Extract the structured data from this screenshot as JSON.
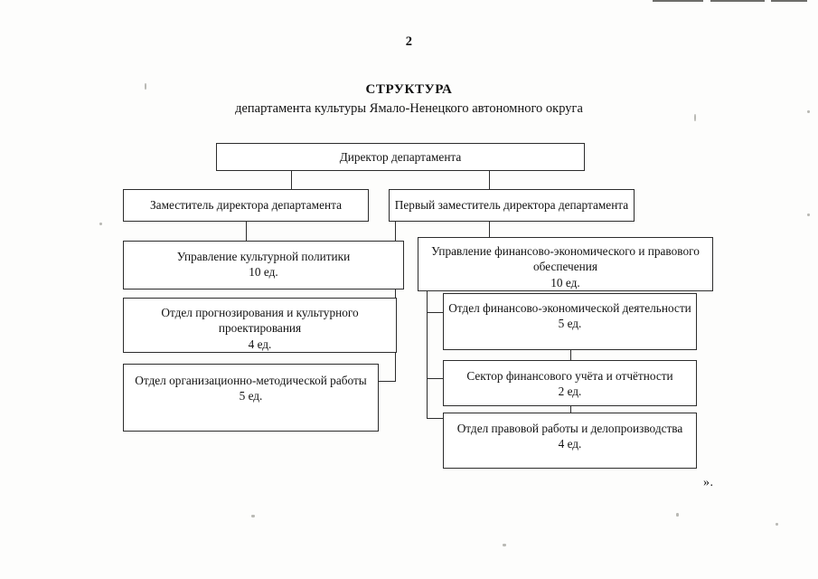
{
  "document": {
    "page_number": "2",
    "title_main": "СТРУКТУРА",
    "title_sub": "департамента культуры Ямало-Ненецкого автономного округа",
    "closing_mark": "».",
    "ink_color": "#2c2c2c",
    "paper_color": "#fdfdfc"
  },
  "chart_data": {
    "type": "diagram",
    "title": "СТРУКТУРА департамента культуры Ямало-Ненецкого автономного округа",
    "nodes": [
      {
        "id": "director",
        "lines": [
          "Директор департамента"
        ],
        "level": 0,
        "staff": null
      },
      {
        "id": "deputy",
        "lines": [
          "Заместитель директора департамента"
        ],
        "level": 1,
        "staff": null
      },
      {
        "id": "first-deputy",
        "lines": [
          "Первый заместитель директора департамента"
        ],
        "level": 1,
        "staff": null
      },
      {
        "id": "culture-dept",
        "lines": [
          "Управление культурной политики",
          "10 ед."
        ],
        "level": 2,
        "staff": "10 ед."
      },
      {
        "id": "finance-dept",
        "lines": [
          "Управление финансово-экономического и правового",
          "обеспечения",
          "10 ед."
        ],
        "level": 2,
        "staff": "10 ед."
      },
      {
        "id": "forecast-div",
        "lines": [
          "Отдел прогнозирования и культурного",
          "проектирования",
          "4 ед."
        ],
        "level": 3,
        "staff": "4 ед."
      },
      {
        "id": "method-div",
        "lines": [
          "Отдел организационно-методической работы",
          "5 ед."
        ],
        "level": 3,
        "staff": "5 ед."
      },
      {
        "id": "fin-activity",
        "lines": [
          "Отдел финансово-экономической деятельности",
          "5 ед."
        ],
        "level": 3,
        "staff": "5 ед."
      },
      {
        "id": "fin-accounting",
        "lines": [
          "Сектор финансового учёта и отчётности",
          "2 ед."
        ],
        "level": 3,
        "staff": "2 ед."
      },
      {
        "id": "legal-div",
        "lines": [
          "Отдел правовой работы и делопроизводства",
          "4 ед."
        ],
        "level": 3,
        "staff": "4 ед."
      }
    ],
    "edges": [
      {
        "from": "director",
        "to": "deputy"
      },
      {
        "from": "director",
        "to": "first-deputy"
      },
      {
        "from": "deputy",
        "to": "culture-dept"
      },
      {
        "from": "first-deputy",
        "to": "finance-dept"
      },
      {
        "from": "first-deputy",
        "to": "forecast-div"
      },
      {
        "from": "first-deputy",
        "to": "method-div"
      },
      {
        "from": "finance-dept",
        "to": "fin-activity"
      },
      {
        "from": "finance-dept",
        "to": "fin-accounting"
      },
      {
        "from": "finance-dept",
        "to": "legal-div"
      }
    ]
  }
}
